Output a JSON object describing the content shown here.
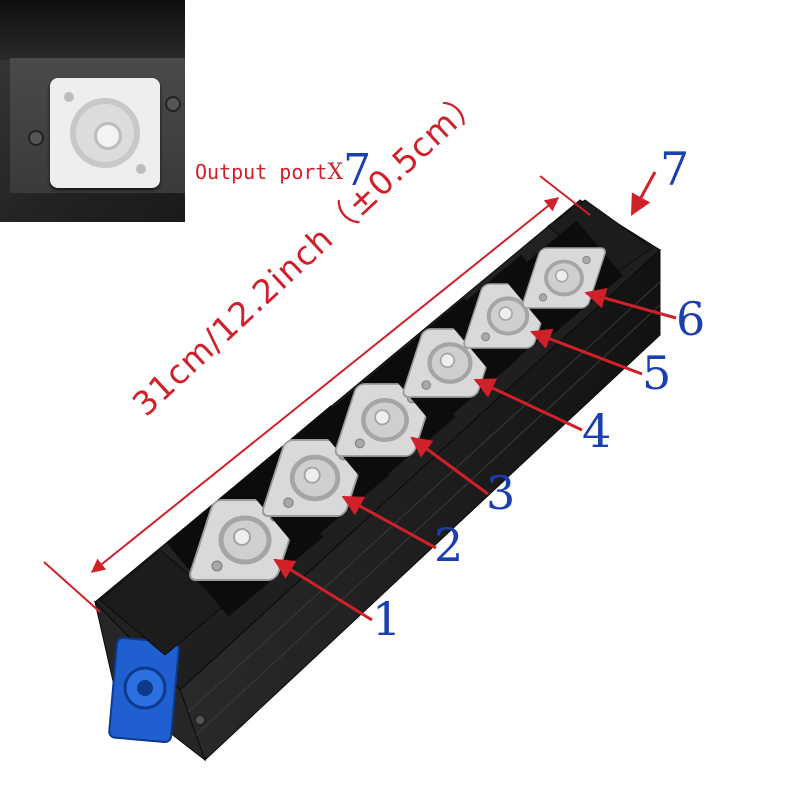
{
  "caption": {
    "text": "Output port",
    "x": "X",
    "count": "7"
  },
  "dimension": {
    "text": "31cm/12.2inch（±0.5cm）"
  },
  "labels": [
    "1",
    "2",
    "3",
    "4",
    "5",
    "6",
    "7"
  ],
  "colors": {
    "annotation_red": "#d0202a",
    "label_blue": "#1a3fae",
    "housing": "#1e1e1e",
    "socket": "#d9d9d9",
    "input_connector": "#1f5fd0"
  },
  "icons": [
    "power-socket-icon",
    "arrow-icon"
  ]
}
